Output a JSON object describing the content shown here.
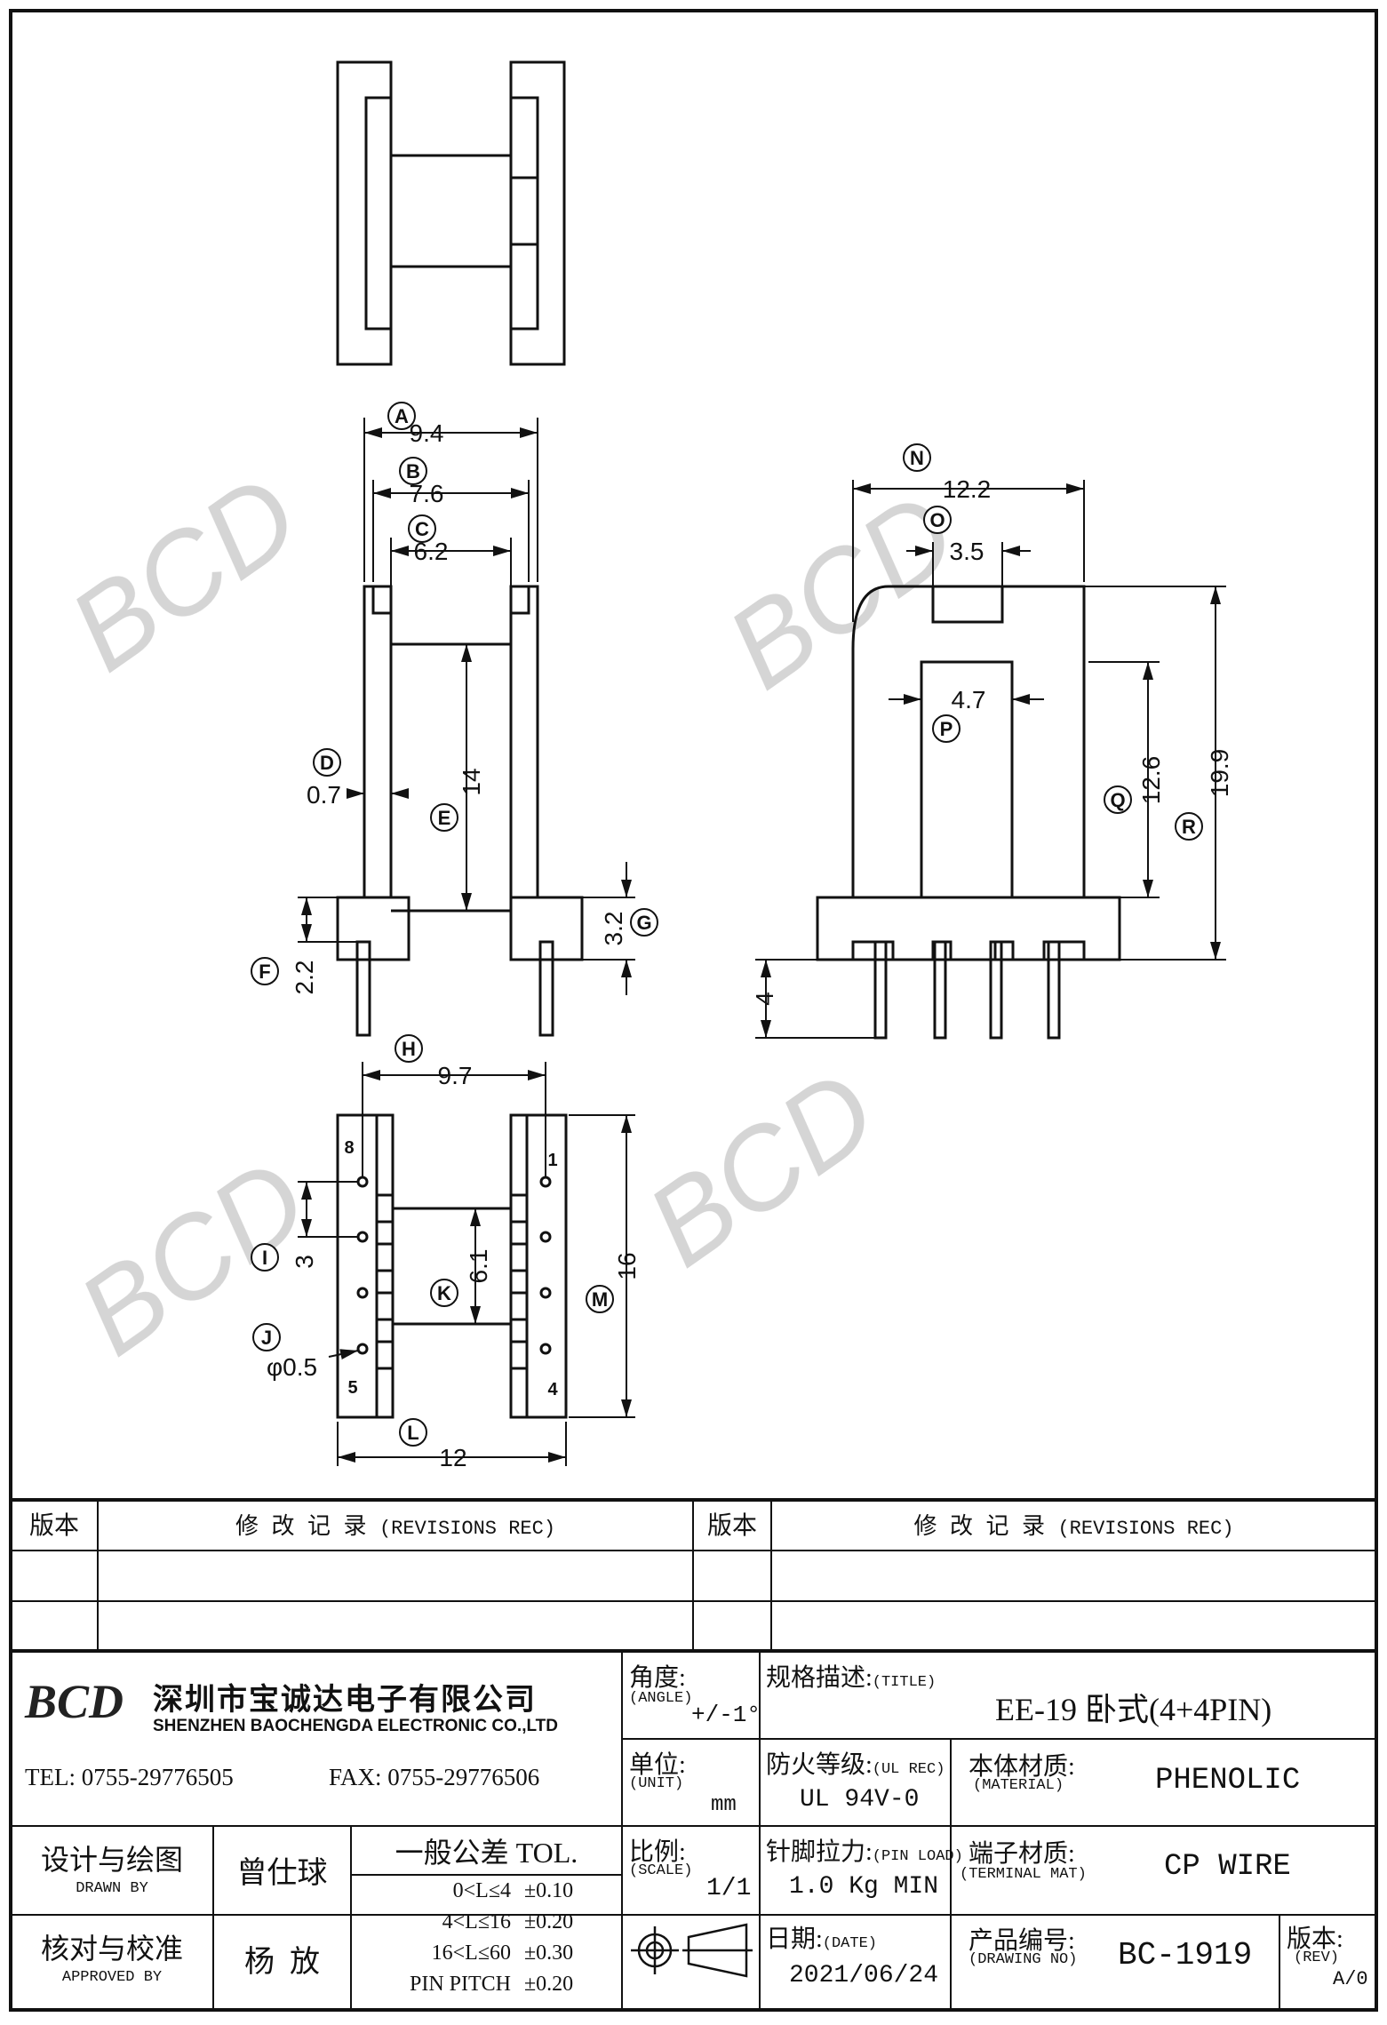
{
  "dimensions": {
    "A": "9.4",
    "B": "7.6",
    "C": "6.2",
    "D": "0.7",
    "E": "14",
    "F": "2.2",
    "G": "3.2",
    "H": "9.7",
    "I": "3",
    "J": "φ0.5",
    "K": "6.1",
    "L": "12",
    "M": "16",
    "N": "12.2",
    "O": "3.5",
    "P": "4.7",
    "Q": "12.6",
    "R": "19.9",
    "pin_len": "4"
  },
  "callouts": [
    "A",
    "B",
    "C",
    "D",
    "E",
    "F",
    "G",
    "H",
    "I",
    "J",
    "K",
    "L",
    "M",
    "N",
    "O",
    "P",
    "Q",
    "R"
  ],
  "pin_numbers": {
    "p8": "8",
    "p1": "1",
    "p5": "5",
    "p4": "4"
  },
  "watermark": "BCD",
  "revisions": {
    "version_label": "版本",
    "rec_label": "修 改 记 录",
    "rec_label_en": "(REVISIONS REC)"
  },
  "company": {
    "logo": "BCD",
    "name_cn": "深圳市宝诚达电子有限公司",
    "name_en": "SHENZHEN BAOCHENGDA ELECTRONIC CO.,LTD",
    "tel": "TEL: 0755-29776505",
    "fax": "FAX: 0755-29776506"
  },
  "title_block": {
    "angle_label": "角度:",
    "angle_en": "(ANGLE)",
    "angle_val": "+/-1°",
    "unit_label": "单位:",
    "unit_en": "(UNIT)",
    "unit_val": "mm",
    "scale_label": "比例:",
    "scale_en": "(SCALE)",
    "scale_val": "1/1",
    "title_label": "规格描述:",
    "title_en": "(TITLE)",
    "title_val": "EE-19 卧式(4+4PIN)",
    "ul_label": "防火等级:",
    "ul_en": "(UL REC)",
    "ul_val": "UL 94V-0",
    "material_label": "本体材质:",
    "material_en": "(MATERIAL)",
    "material_val": "PHENOLIC",
    "pin_load_label": "针脚拉力:",
    "pin_load_en": "(PIN LOAD)",
    "pin_load_val": "1.0 Kg MIN",
    "terminal_label": "端子材质:",
    "terminal_en": "(TERMINAL MAT)",
    "terminal_val": "CP WIRE",
    "date_label": "日期:",
    "date_en": "(DATE)",
    "date_val": "2021/06/24",
    "drawing_label": "产品编号:",
    "drawing_en": "(DRAWING NO)",
    "drawing_val": "BC-1919",
    "rev_label": "版本:",
    "rev_en": "(REV)",
    "rev_val": "A/0",
    "drawn_label": "设计与绘图",
    "drawn_en": "DRAWN BY",
    "drawn_val": "曾仕球",
    "approved_label": "核对与校准",
    "approved_en": "APPROVED BY",
    "approved_val": "杨  放",
    "tol_title": "一般公差 TOL.",
    "tol_rows": [
      {
        "range": "0<L≤4",
        "tol": "±0.10"
      },
      {
        "range": "4<L≤16",
        "tol": "±0.20"
      },
      {
        "range": "16<L≤60",
        "tol": "±0.30"
      },
      {
        "range": "PIN PITCH",
        "tol": "±0.20"
      }
    ]
  }
}
